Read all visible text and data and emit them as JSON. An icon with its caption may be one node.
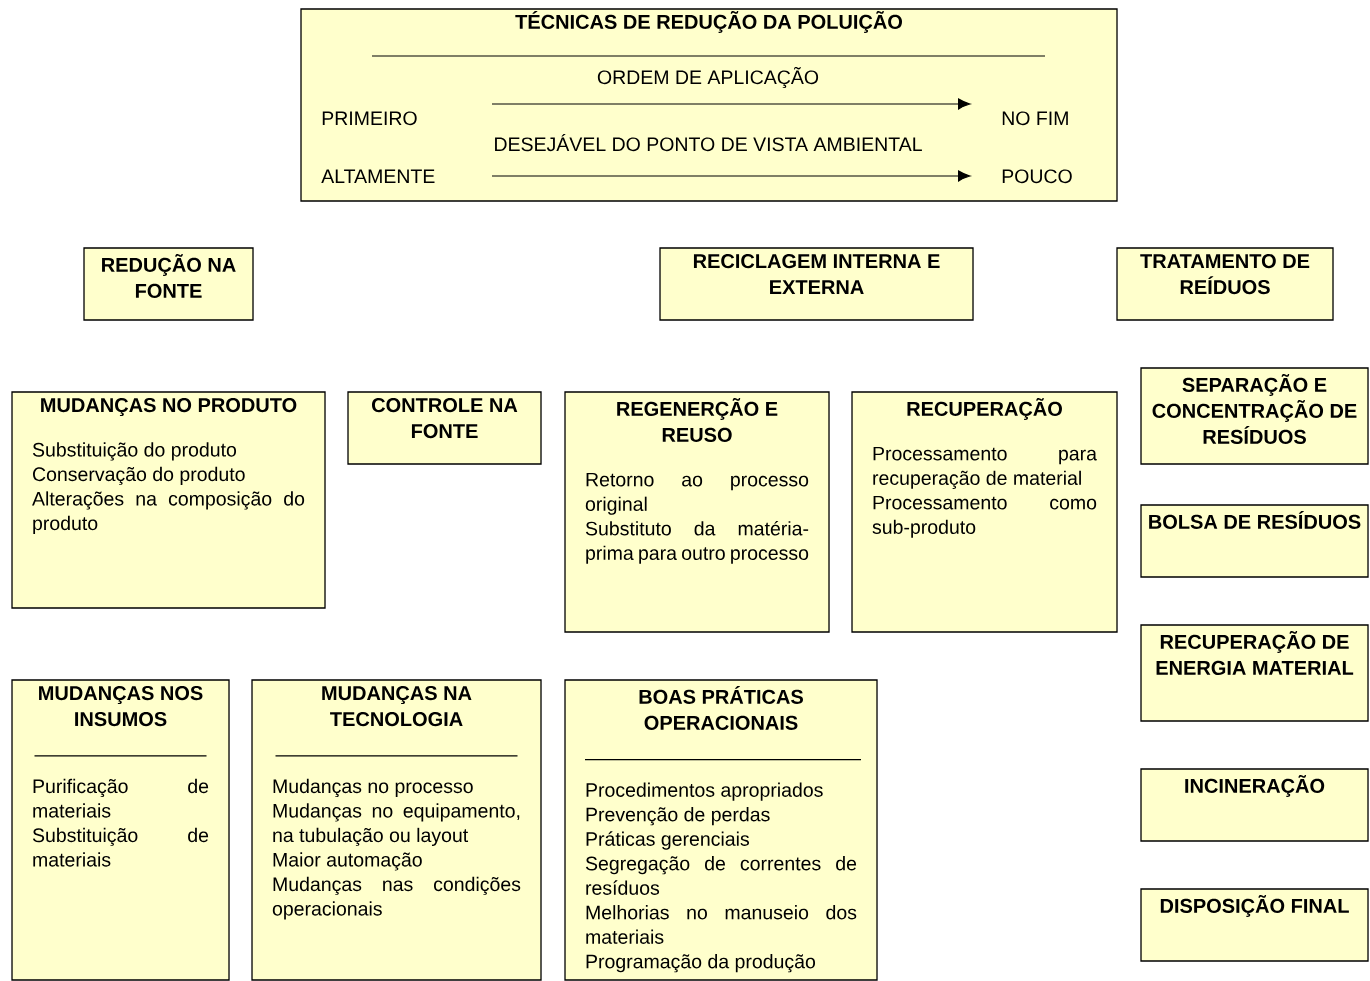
{
  "diagram": {
    "nodes": [
      {
        "text": [
          "TÉCNICAS DE REDUÇÃO DA POLUIÇÃO",
          "ORDEM DE APLICAÇÃO",
          "PRIMEIRO",
          "NO FIM",
          "DESEJÁVEL DO PONTO DE VISTA AMBIENTAL",
          "ALTAMENTE",
          "POUCO"
        ]
      },
      {
        "text": [
          "REDUÇÃO NA FONTE"
        ]
      },
      {
        "text": [
          "RECICLAGEM INTERNA E EXTERNA"
        ]
      },
      {
        "text": [
          "TRATAMENTO DE REÍDUOS"
        ]
      },
      {
        "text": [
          "MUDANÇAS NO PRODUTO",
          "Substituição do produto",
          "Conservação do produto",
          "Alterações na composição do produto"
        ]
      },
      {
        "text": [
          "CONTROLE NA FONTE"
        ]
      },
      {
        "text": [
          "REGENERÇÃO E REUSO",
          "Retorno ao processo original",
          "Substituto da matéria-prima para outro processo"
        ]
      },
      {
        "text": [
          "RECUPERAÇÃO",
          "Processamento para recuperação de material",
          "Processamento como sub-produto"
        ]
      },
      {
        "text": [
          "SEPARAÇÃO E CONCENTRAÇÃO DE RESÍDUOS"
        ]
      },
      {
        "text": [
          "BOLSA DE RESÍDUOS"
        ]
      },
      {
        "text": [
          "RECUPERAÇÃO DE ENERGIA MATERIAL"
        ]
      },
      {
        "text": [
          "INCINERAÇÃO"
        ]
      },
      {
        "text": [
          "DISPOSIÇÃO FINAL"
        ]
      },
      {
        "text": [
          "MUDANÇAS NOS INSUMOS",
          "Purificação de materiais",
          "Substituição de materiais"
        ]
      },
      {
        "text": [
          "MUDANÇAS NA TECNOLOGIA",
          "Mudanças no processo",
          "Mudanças no equipamento, na tubulação ou layout",
          "Maior automação",
          "Mudanças nas condições operacionais"
        ]
      },
      {
        "text": [
          "BOAS PRÁTICAS OPERACIONAIS",
          "Procedimentos apropriados",
          "Prevenção de perdas",
          "Práticas gerenciais",
          "Segregação de correntes de resíduos",
          "Melhorias no manuseio dos materiais",
          "Programação da produção"
        ]
      }
    ]
  }
}
